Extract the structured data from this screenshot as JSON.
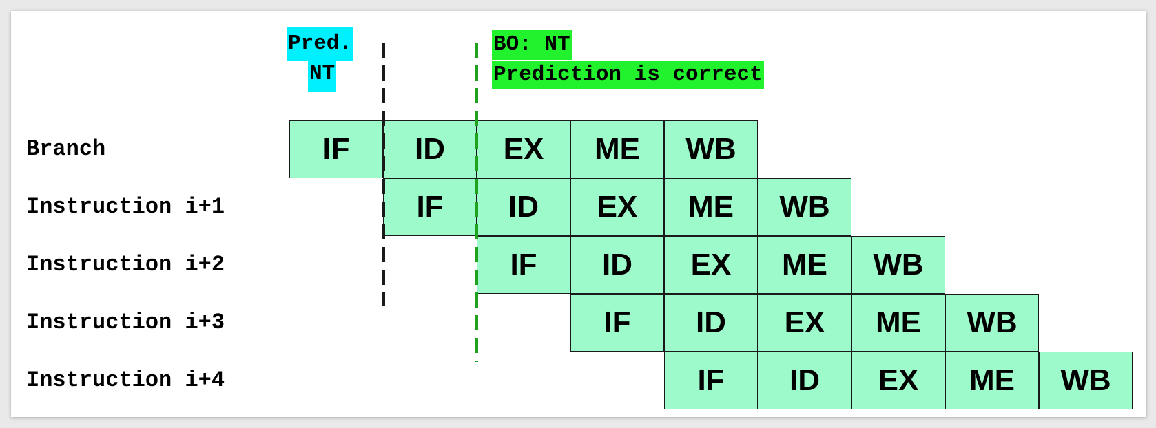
{
  "annotations": {
    "prediction": {
      "line1": "Pred.",
      "line2": "NT"
    },
    "branch_outcome": {
      "line1": "BO: NT",
      "line2": "Prediction is correct"
    }
  },
  "colors": {
    "stage_fill": "#9dfbcb",
    "prediction_highlight": "#00f0ff",
    "outcome_highlight": "#22f22e",
    "prediction_line": "#1a1a1a",
    "outcome_line": "#1fa31f"
  },
  "pipeline": {
    "rows": [
      {
        "label": "Branch",
        "start": 0,
        "stages": [
          "IF",
          "ID",
          "EX",
          "ME",
          "WB"
        ]
      },
      {
        "label": "Instruction i+1",
        "start": 1,
        "stages": [
          "IF",
          "ID",
          "EX",
          "ME",
          "WB"
        ]
      },
      {
        "label": "Instruction i+2",
        "start": 2,
        "stages": [
          "IF",
          "ID",
          "EX",
          "ME",
          "WB"
        ]
      },
      {
        "label": "Instruction i+3",
        "start": 3,
        "stages": [
          "IF",
          "ID",
          "EX",
          "ME",
          "WB"
        ]
      },
      {
        "label": "Instruction i+4",
        "start": 4,
        "stages": [
          "IF",
          "ID",
          "EX",
          "ME",
          "WB"
        ]
      }
    ]
  }
}
